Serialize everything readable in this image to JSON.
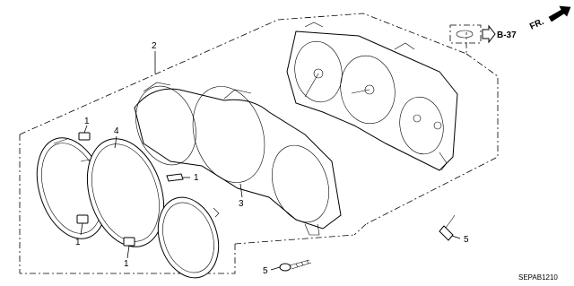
{
  "diagram": {
    "callouts": {
      "part_2": "2",
      "part_4": "4",
      "part_3": "3",
      "part_1_top": "1",
      "part_1_mid": "1",
      "part_1_left": "1",
      "part_1_bottom": "1",
      "part_5_right": "5",
      "part_5_bottom": "5"
    },
    "reference_label": "B-37",
    "direction_label": "FR.",
    "drawing_code": "SEPAB1210"
  }
}
